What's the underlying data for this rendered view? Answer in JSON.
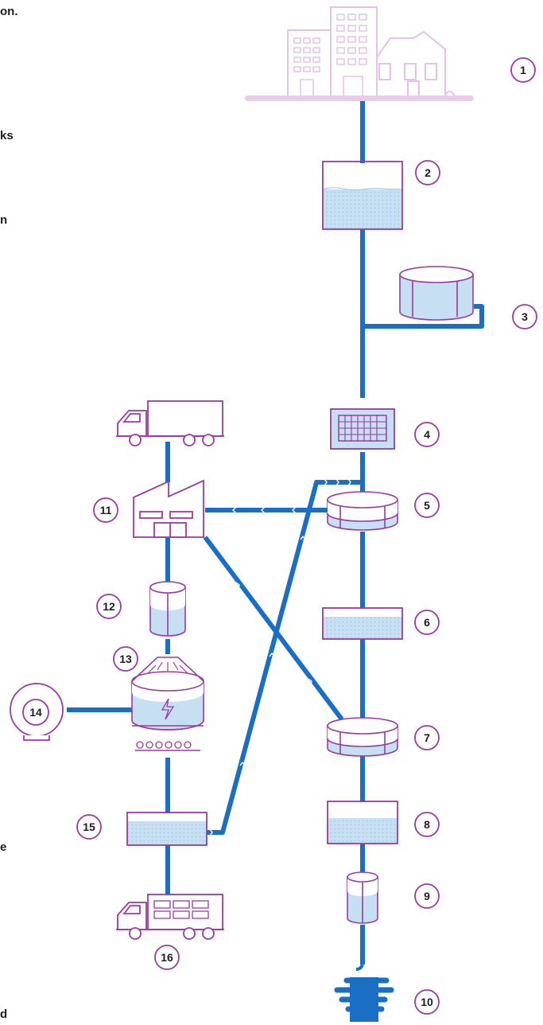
{
  "colors": {
    "pipe": "#1a6fc4",
    "outline": "#9b3aa0",
    "fill": "#c7dff2",
    "buildings": "#e3c4e6",
    "ground": "#e7cdea",
    "text": "#1d1d1d"
  },
  "left_text_fragments": [
    "on.",
    "ks",
    "n",
    "e",
    "d"
  ],
  "markers": [
    "1",
    "2",
    "3",
    "4",
    "5",
    "6",
    "7",
    "8",
    "9",
    "10",
    "11",
    "12",
    "13",
    "14",
    "15",
    "16"
  ],
  "icons": {
    "city": "buildings-icon",
    "tank_2": "tank-icon",
    "storage_3": "storage-tank-icon",
    "screen_4": "screen-filter-icon",
    "clarifier_5": "clarifier-icon",
    "tank_6": "tank-icon",
    "clarifier_7": "clarifier-icon",
    "tank_8": "tank-icon",
    "cylinder_9": "cylinder-tank-icon",
    "outfall_10": "water-outfall-icon",
    "factory_11": "factory-icon",
    "cylinder_12": "cylinder-tank-icon",
    "digester_13": "biogas-digester-icon",
    "generator_14": "generator-icon",
    "tank_15": "tank-icon",
    "truck_top": "truck-icon",
    "truck_16": "truck-icon"
  }
}
